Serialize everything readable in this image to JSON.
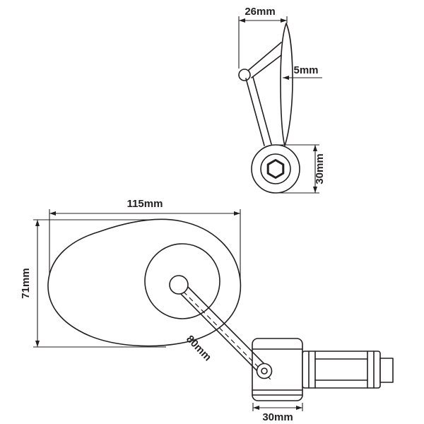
{
  "diagram": {
    "colors": {
      "line": "#231f20",
      "background": "#ffffff"
    },
    "side_view": {
      "head_width": "26mm",
      "glass_thickness": "5mm",
      "clamp_height": "30mm"
    },
    "front_view": {
      "mirror_width": "115mm",
      "mirror_height": "71mm",
      "stem_length": "80mm",
      "clamp_width": "30mm"
    }
  }
}
